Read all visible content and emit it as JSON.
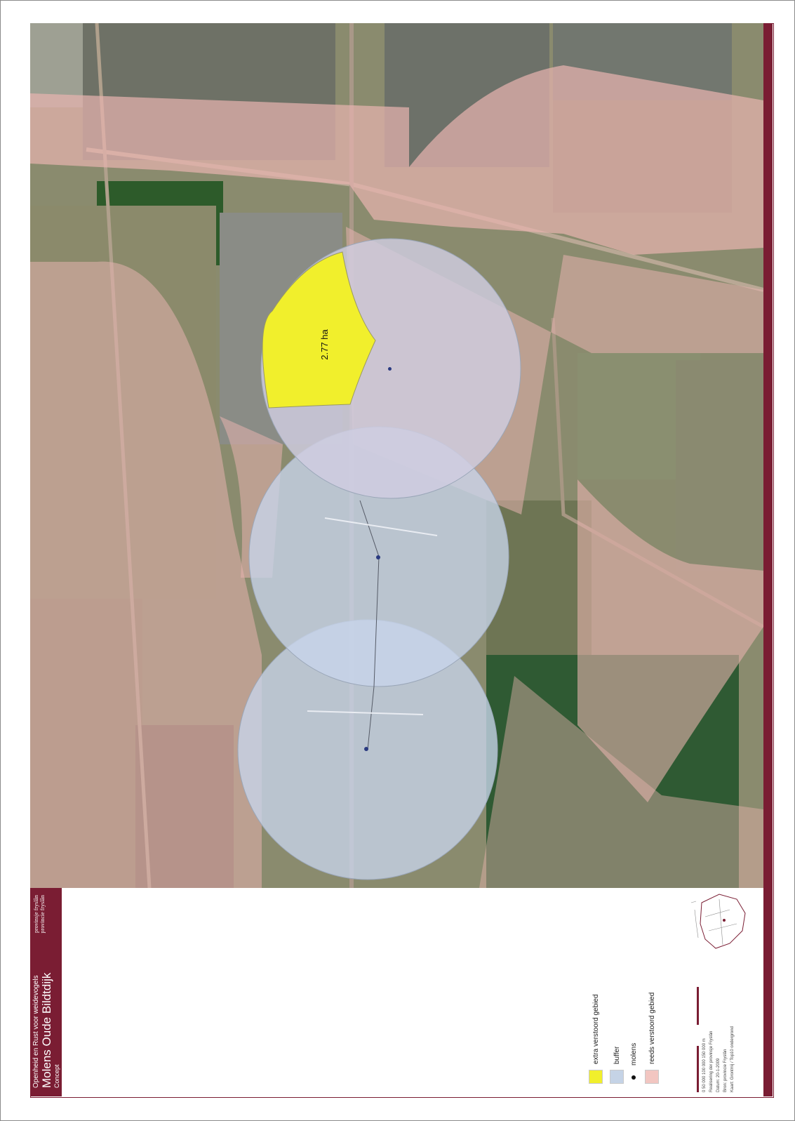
{
  "title": {
    "subtitle": "Openheid en Rust voor weidevogels",
    "main": "Molens Oude Bildtdijk",
    "status": "Concept",
    "org_line1": "provinsje fryslân",
    "org_line2": "provincie fryslân"
  },
  "map": {
    "area_label": "2.77 ha",
    "colors": {
      "extra": "#f1ef2c",
      "buffer": "#c5d3e6",
      "reeds": "#e8b8b4",
      "brand": "#7a1d33"
    }
  },
  "legend": {
    "items": [
      {
        "label": "extra verstoord gebied",
        "color": "#f1ef2c",
        "kind": "swatch"
      },
      {
        "label": "buffer",
        "color": "#c5d3e6",
        "kind": "swatch"
      },
      {
        "label": "molens",
        "color": "#111111",
        "kind": "dot"
      },
      {
        "label": "reeds verstoord gebied",
        "color": "#f2c6c1",
        "kind": "swatch"
      }
    ]
  },
  "info": {
    "scale_text": "0    50 000    100 000    150 000 m",
    "line1": "Realisering der provinsje Fryslân",
    "line2": "Datum: 20-1-2009",
    "line3": "Bron: provincie Fryslân",
    "line4": "Kaart: Grontmij / Top10 ondergrond"
  }
}
